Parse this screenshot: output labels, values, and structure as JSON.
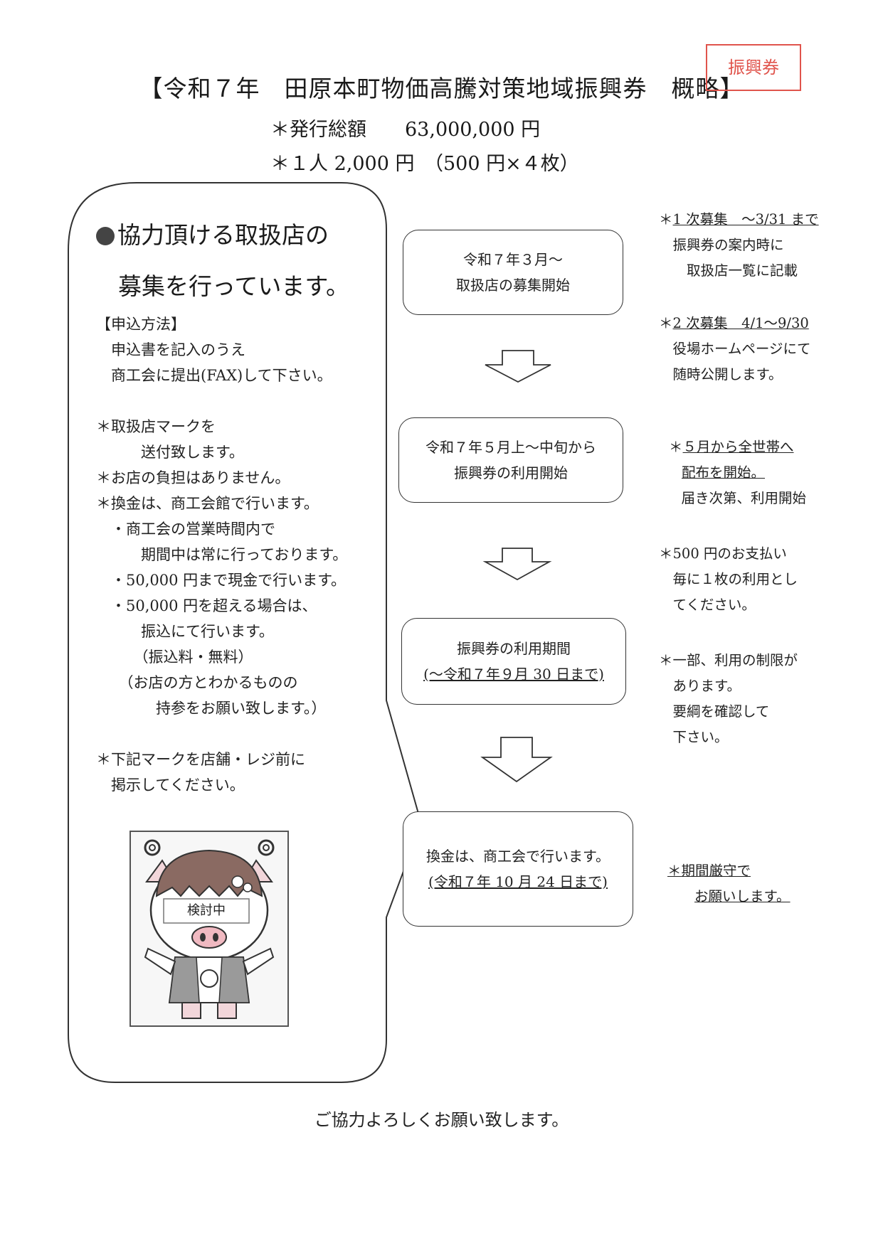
{
  "title": "【令和７年　田原本町物価高騰対策地域振興券　概略】",
  "stamp": "振興券",
  "summary": {
    "line1": "＊発行総額　　63,000,000 円",
    "line2": "＊１人 2,000 円　（500 円×４枚）"
  },
  "left_panel": {
    "heading1": "協力頂ける取扱店の",
    "heading2": "募集を行っています。",
    "lines": [
      "【申込方法】",
      "　申込書を記入のうえ",
      "　商工会に提出(FAX)して下さい。",
      "",
      "＊取扱店マークを",
      "　　　送付致します。",
      "＊お店の負担はありません。",
      "＊換金は、商工会館で行います。",
      "　・商工会の営業時間内で",
      "　　　期間中は常に行っております。",
      "　・50,000 円まで現金で行います。",
      "　・50,000 円を超える場合は、",
      "　　　振込にて行います。",
      "　　　（振込料・無料）",
      "　　（お店の方とわかるものの",
      "　　　　持参をお願い致します。）",
      "",
      "＊下記マークを店舗・レジ前に",
      "　掲示してください。"
    ],
    "mascot_label": "検討中"
  },
  "flow": [
    {
      "line1": "令和７年３月～",
      "line2": "取扱店の募集開始"
    },
    {
      "line1": "令和７年５月上～中旬から",
      "line2": "振興券の利用開始"
    },
    {
      "line1": "振興券の利用期間",
      "line2": "(～令和７年９月 30 日まで)"
    },
    {
      "line1": "換金は、商工会で行います。",
      "line2": "(令和７年 10 月 24 日まで)"
    }
  ],
  "right_notes": {
    "n1_prefix": "＊",
    "n1_underlined": "1 次募集　～3/31 まで",
    "n1_lines": [
      "　振興券の案内時に",
      "　　取扱店一覧に記載"
    ],
    "n2_prefix": "＊",
    "n2_underlined": "2 次募集　4/1～9/30",
    "n2_lines": [
      "　役場ホームページにて",
      "　随時公開します。"
    ],
    "n3_prefix": "＊",
    "n3_underlined_1": "５月から全世帯へ",
    "n3_underlined_2": "配布を開始。",
    "n3_lines": [
      "　届き次第、利用開始"
    ],
    "n4_lines": [
      "＊500 円のお支払い",
      "　毎に１枚の利用とし",
      "　てください。"
    ],
    "n5_lines": [
      "＊一部、利用の制限が",
      "　あります。",
      "　要綱を確認して",
      "　下さい。"
    ],
    "n6_underlined_1": "＊期間厳守で",
    "n6_underlined_2": "お願いします。"
  },
  "closing": "ご協力よろしくお願い致します。"
}
